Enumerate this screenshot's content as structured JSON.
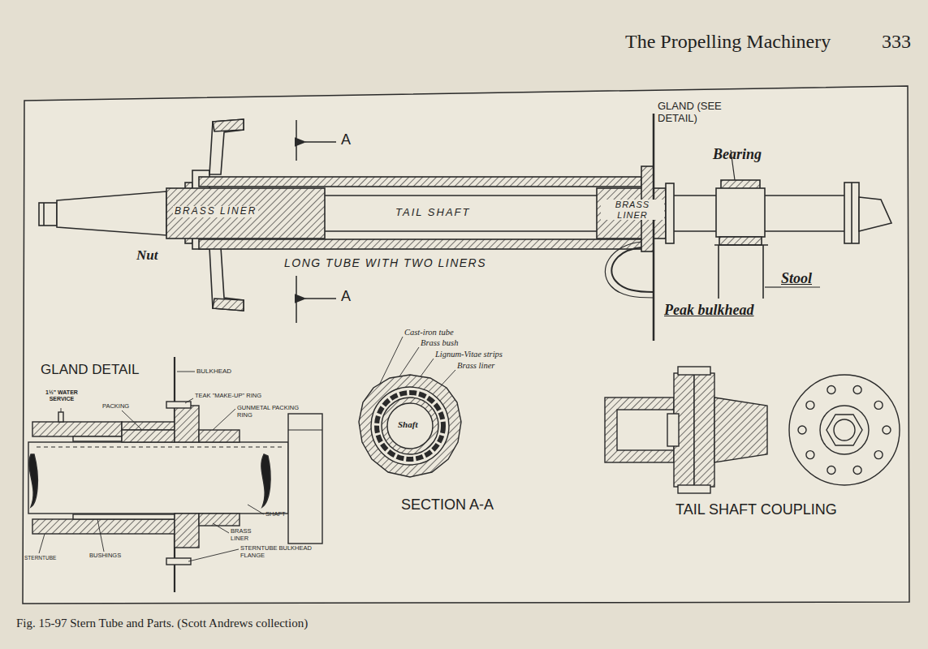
{
  "diagram": {
    "title": "The Propelling Machinery",
    "caption": "Fig. 15-97 Stern Tube and Parts. (Scott Andrews collection)",
    "labels": [
      "333",
      "GLAND (SEE DETAIL)",
      "Bearing",
      "BRASS LINER",
      "TAIL SHAFT",
      "BRASS LINER",
      "Nut",
      "LONG TUBE WITH TWO LINERS",
      "A",
      "A",
      "Stool",
      "Peak bulkhead",
      "GLAND DETAIL",
      "BULKHEAD",
      "1½\" WATER SERVICE",
      "PACKING",
      "TEAK \"MAKE-UP\" RING",
      "GUNMETAL PACKING RING",
      "SHAFT",
      "BRASS LINER",
      "STERNTUBE BULKHEAD FLANGE",
      "STERNTUBE",
      "BUSHINGS",
      "Cast-iron tube",
      "Brass bush",
      "Lignum-Vitae strips",
      "Brass liner",
      "Shaft",
      "SECTION A-A",
      "TAIL SHAFT COUPLING"
    ]
  }
}
